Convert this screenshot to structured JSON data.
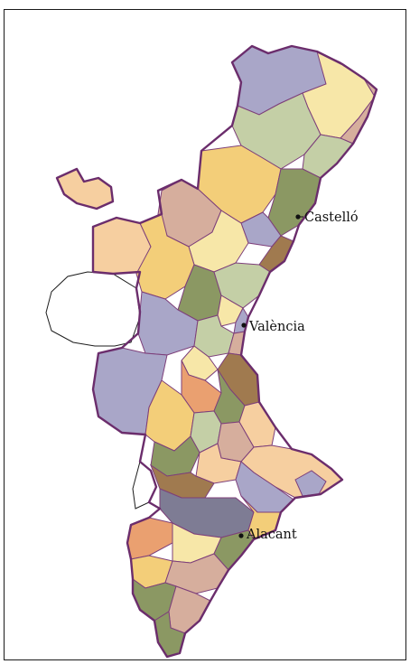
{
  "map": {
    "cities": [
      {
        "name": "Castelló",
        "id": "castello"
      },
      {
        "name": "València",
        "id": "valencia"
      },
      {
        "name": "Alacant",
        "id": "alacant"
      }
    ],
    "colors": {
      "border": "#6b2d6c",
      "lilac": "#a9a6c8",
      "sage": "#c4cfa6",
      "olive": "#8b9863",
      "peach": "#f6cfa0",
      "cream": "#f7e7a8",
      "yellow": "#f3ce79",
      "rose": "#d6ae9d",
      "brown": "#a07a4f",
      "salmon": "#eaa070",
      "neighbor": "#ffffff"
    }
  }
}
